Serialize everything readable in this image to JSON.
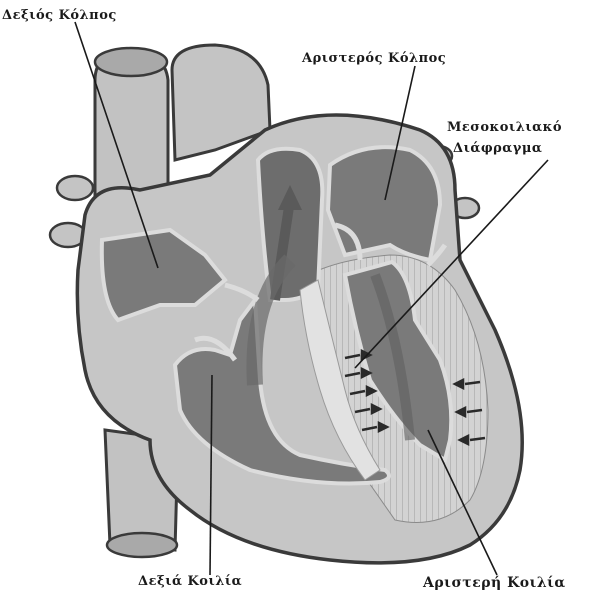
{
  "labels": {
    "right_atrium": "Δεξιός Κόλπος",
    "left_atrium": "Αριστερός Κόλπος",
    "septum_line1": "Μεσοκοιλιακό",
    "septum_line2": "Διάφραγμα",
    "right_ventricle": "Δεξιά Κοιλία",
    "left_ventricle": "Αριστερή Κοιλία"
  },
  "colors": {
    "outer_wall": "#c6c6c6",
    "chamber": "#7a7a7a",
    "vessel": "#bdbdbd",
    "septum": "#dcdcdc",
    "outline": "#3a3a3a"
  }
}
